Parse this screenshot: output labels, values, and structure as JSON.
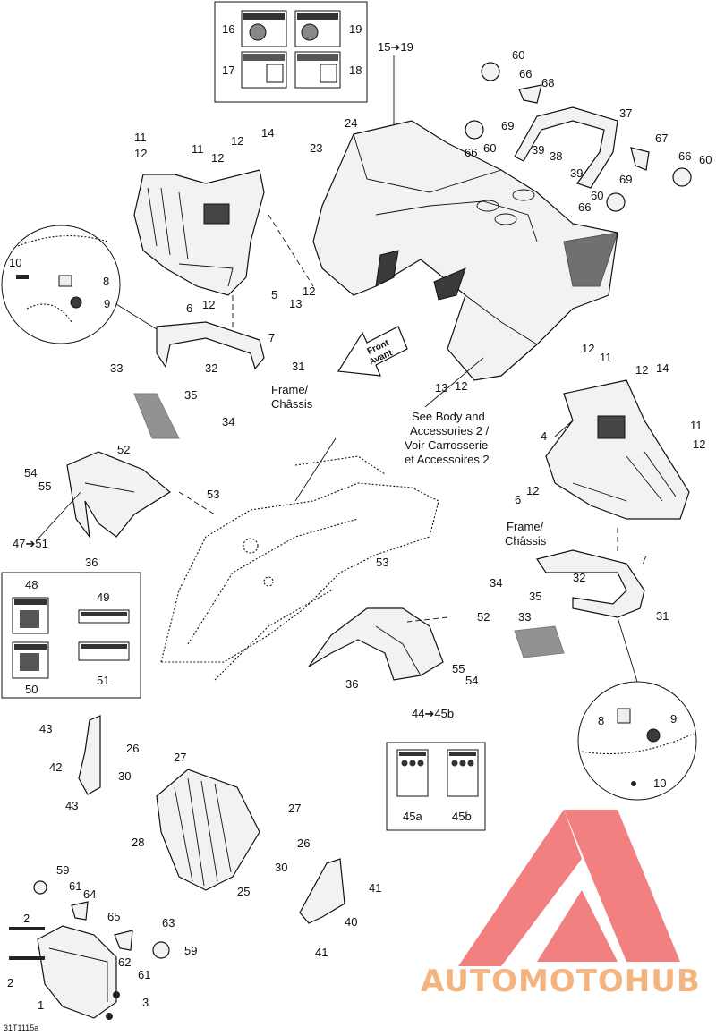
{
  "diagram_code": "31T1115a",
  "watermark": {
    "brand": "AUTOMOTOHUB",
    "colors": {
      "red": "#f05a5a",
      "orange": "#f2a86a",
      "grey": "#7a7a7a"
    }
  },
  "notes": {
    "front": "Front",
    "avant": "Avant",
    "frame_left": "Frame/",
    "chassis_left": "Châssis",
    "frame_right": "Frame/",
    "chassis_right": "Châssis",
    "see_body_1": "See Body and",
    "see_body_2": "Accessories 2 /",
    "see_body_3": "Voir Carrosserie",
    "see_body_4": "et Accessoires 2"
  },
  "group_labels": {
    "g15_19": "15➔19",
    "g47_51": "47➔51",
    "g44_45b": "44➔45b"
  },
  "decal_numbers": {
    "d16": "16",
    "d19": "19",
    "d17": "17",
    "d18": "18",
    "d48": "48",
    "d49": "49",
    "d50": "50",
    "d51": "51",
    "d45a": "45a",
    "d45b": "45b"
  },
  "callouts": {
    "c60a": "60",
    "c66a": "66",
    "c68": "68",
    "c69a": "69",
    "c37": "37",
    "c60b": "60",
    "c66b": "66",
    "c39a": "39",
    "c38": "38",
    "c39b": "39",
    "c67": "67",
    "c66c": "66",
    "c60c": "60",
    "c69b": "69",
    "c60d": "60",
    "c66d": "66",
    "c24": "24",
    "c23": "23",
    "c11a": "11",
    "c12a": "12",
    "c11b": "11",
    "c12b": "12",
    "c12c": "12",
    "c14a": "14",
    "c10a": "10",
    "c8a": "8",
    "c9a": "9",
    "c5": "5",
    "c6a": "6",
    "c12d": "12",
    "c12e": "12",
    "c13a": "13",
    "c7a": "7",
    "c33a": "33",
    "c32a": "32",
    "c31a": "31",
    "c35a": "35",
    "c34a": "34",
    "c13b": "13",
    "c12f": "12",
    "c12g": "12",
    "c11c": "11",
    "c12h": "12",
    "c14b": "14",
    "c4": "4",
    "c11d": "11",
    "c12i": "12",
    "c12j": "12",
    "c6b": "6",
    "c52a": "52",
    "c54a": "54",
    "c55a": "55",
    "c53a": "53",
    "c36a": "36",
    "c53b": "53",
    "c7b": "7",
    "c34b": "34",
    "c32b": "32",
    "c35b": "35",
    "c31b": "31",
    "c33b": "33",
    "c52b": "52",
    "c55b": "55",
    "c54b": "54",
    "c36b": "36",
    "c8b": "8",
    "c9b": "9",
    "c10b": "10",
    "c43a": "43",
    "c42": "42",
    "c43b": "43",
    "c26a": "26",
    "c27a": "27",
    "c30a": "30",
    "c27b": "27",
    "c26b": "26",
    "c28": "28",
    "c30b": "30",
    "c25": "25",
    "c41a": "41",
    "c40": "40",
    "c41b": "41",
    "c59a": "59",
    "c61a": "61",
    "c64": "64",
    "c65": "65",
    "c2a": "2",
    "c63": "63",
    "c62": "62",
    "c61b": "61",
    "c59b": "59",
    "c2b": "2",
    "c3": "3",
    "c1": "1"
  }
}
